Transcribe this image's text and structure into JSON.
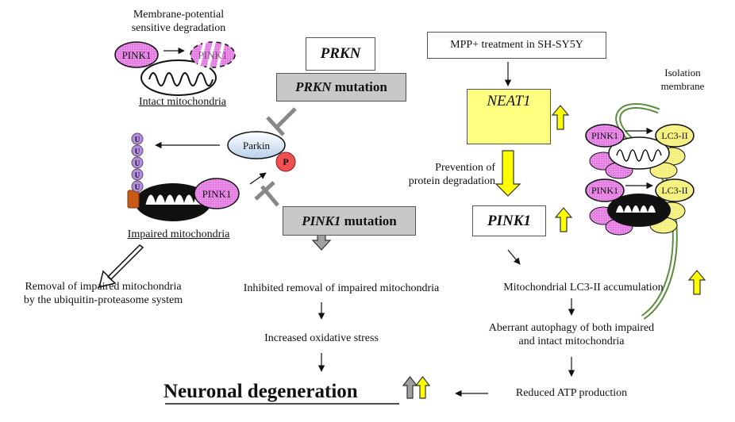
{
  "left": {
    "membrane_caption_line1": "Membrane-potential",
    "membrane_caption_line2": "sensitive degradation",
    "pink1_label": "PINK1",
    "pink1_degraded_label": "PINK1",
    "intact_mito_label": "Intact mitochondria",
    "ubiquitin_label": "U",
    "parkin_label": "Parkin",
    "phospho_label": "P",
    "impaired_pink1_label": "PINK1",
    "impaired_mito_label": "Impaired mitochondria",
    "removal_line1": "Removal of impaired mitochondria",
    "removal_line2": "by the ubiquitin-proteasome system"
  },
  "middle": {
    "prkn_box": "PRKN",
    "prkn_mutation_gene": "PRKN",
    "prkn_mutation_word": " mutation",
    "pink1_mutation_gene": "PINK1",
    "pink1_mutation_word": " mutation",
    "inhibited_removal": "Inhibited removal of impaired mitochondria",
    "oxidative_stress": "Increased oxidative stress",
    "neuronal_degeneration": "Neuronal degeneration"
  },
  "right": {
    "mpp_box": "MPP+ treatment in SH-SY5Y",
    "neat1_box": "NEAT1",
    "prevention_line1": "Prevention of",
    "prevention_line2": "protein degradation",
    "pink1_box": "PINK1",
    "isolation_line1": "Isolation",
    "isolation_line2": "membrane",
    "autophagy_pink1_label": "PINK1",
    "lc3_label": "LC3-II",
    "lc3_accumulation": "Mitochondrial LC3-II accumulation",
    "aberrant_line1": "Aberrant autophagy of both impaired",
    "aberrant_line2": "and intact mitochondria",
    "reduced_atp": "Reduced ATP production"
  },
  "colors": {
    "pink1_fill": "#e67ee6",
    "lc3_fill": "#f5f07a",
    "neat1_fill": "#ffff80",
    "up_arrow_yellow": "#ffff00",
    "up_arrow_gray": "#a0a0a0",
    "mutation_box_fill": "#c8c8c8",
    "ubiquitin_fill": "#b48ce0",
    "phospho_fill": "#f05050",
    "tag_fill": "#c85a14",
    "membrane_green": "#5a8c3c",
    "parkin_fill": "#cfe0f0"
  }
}
